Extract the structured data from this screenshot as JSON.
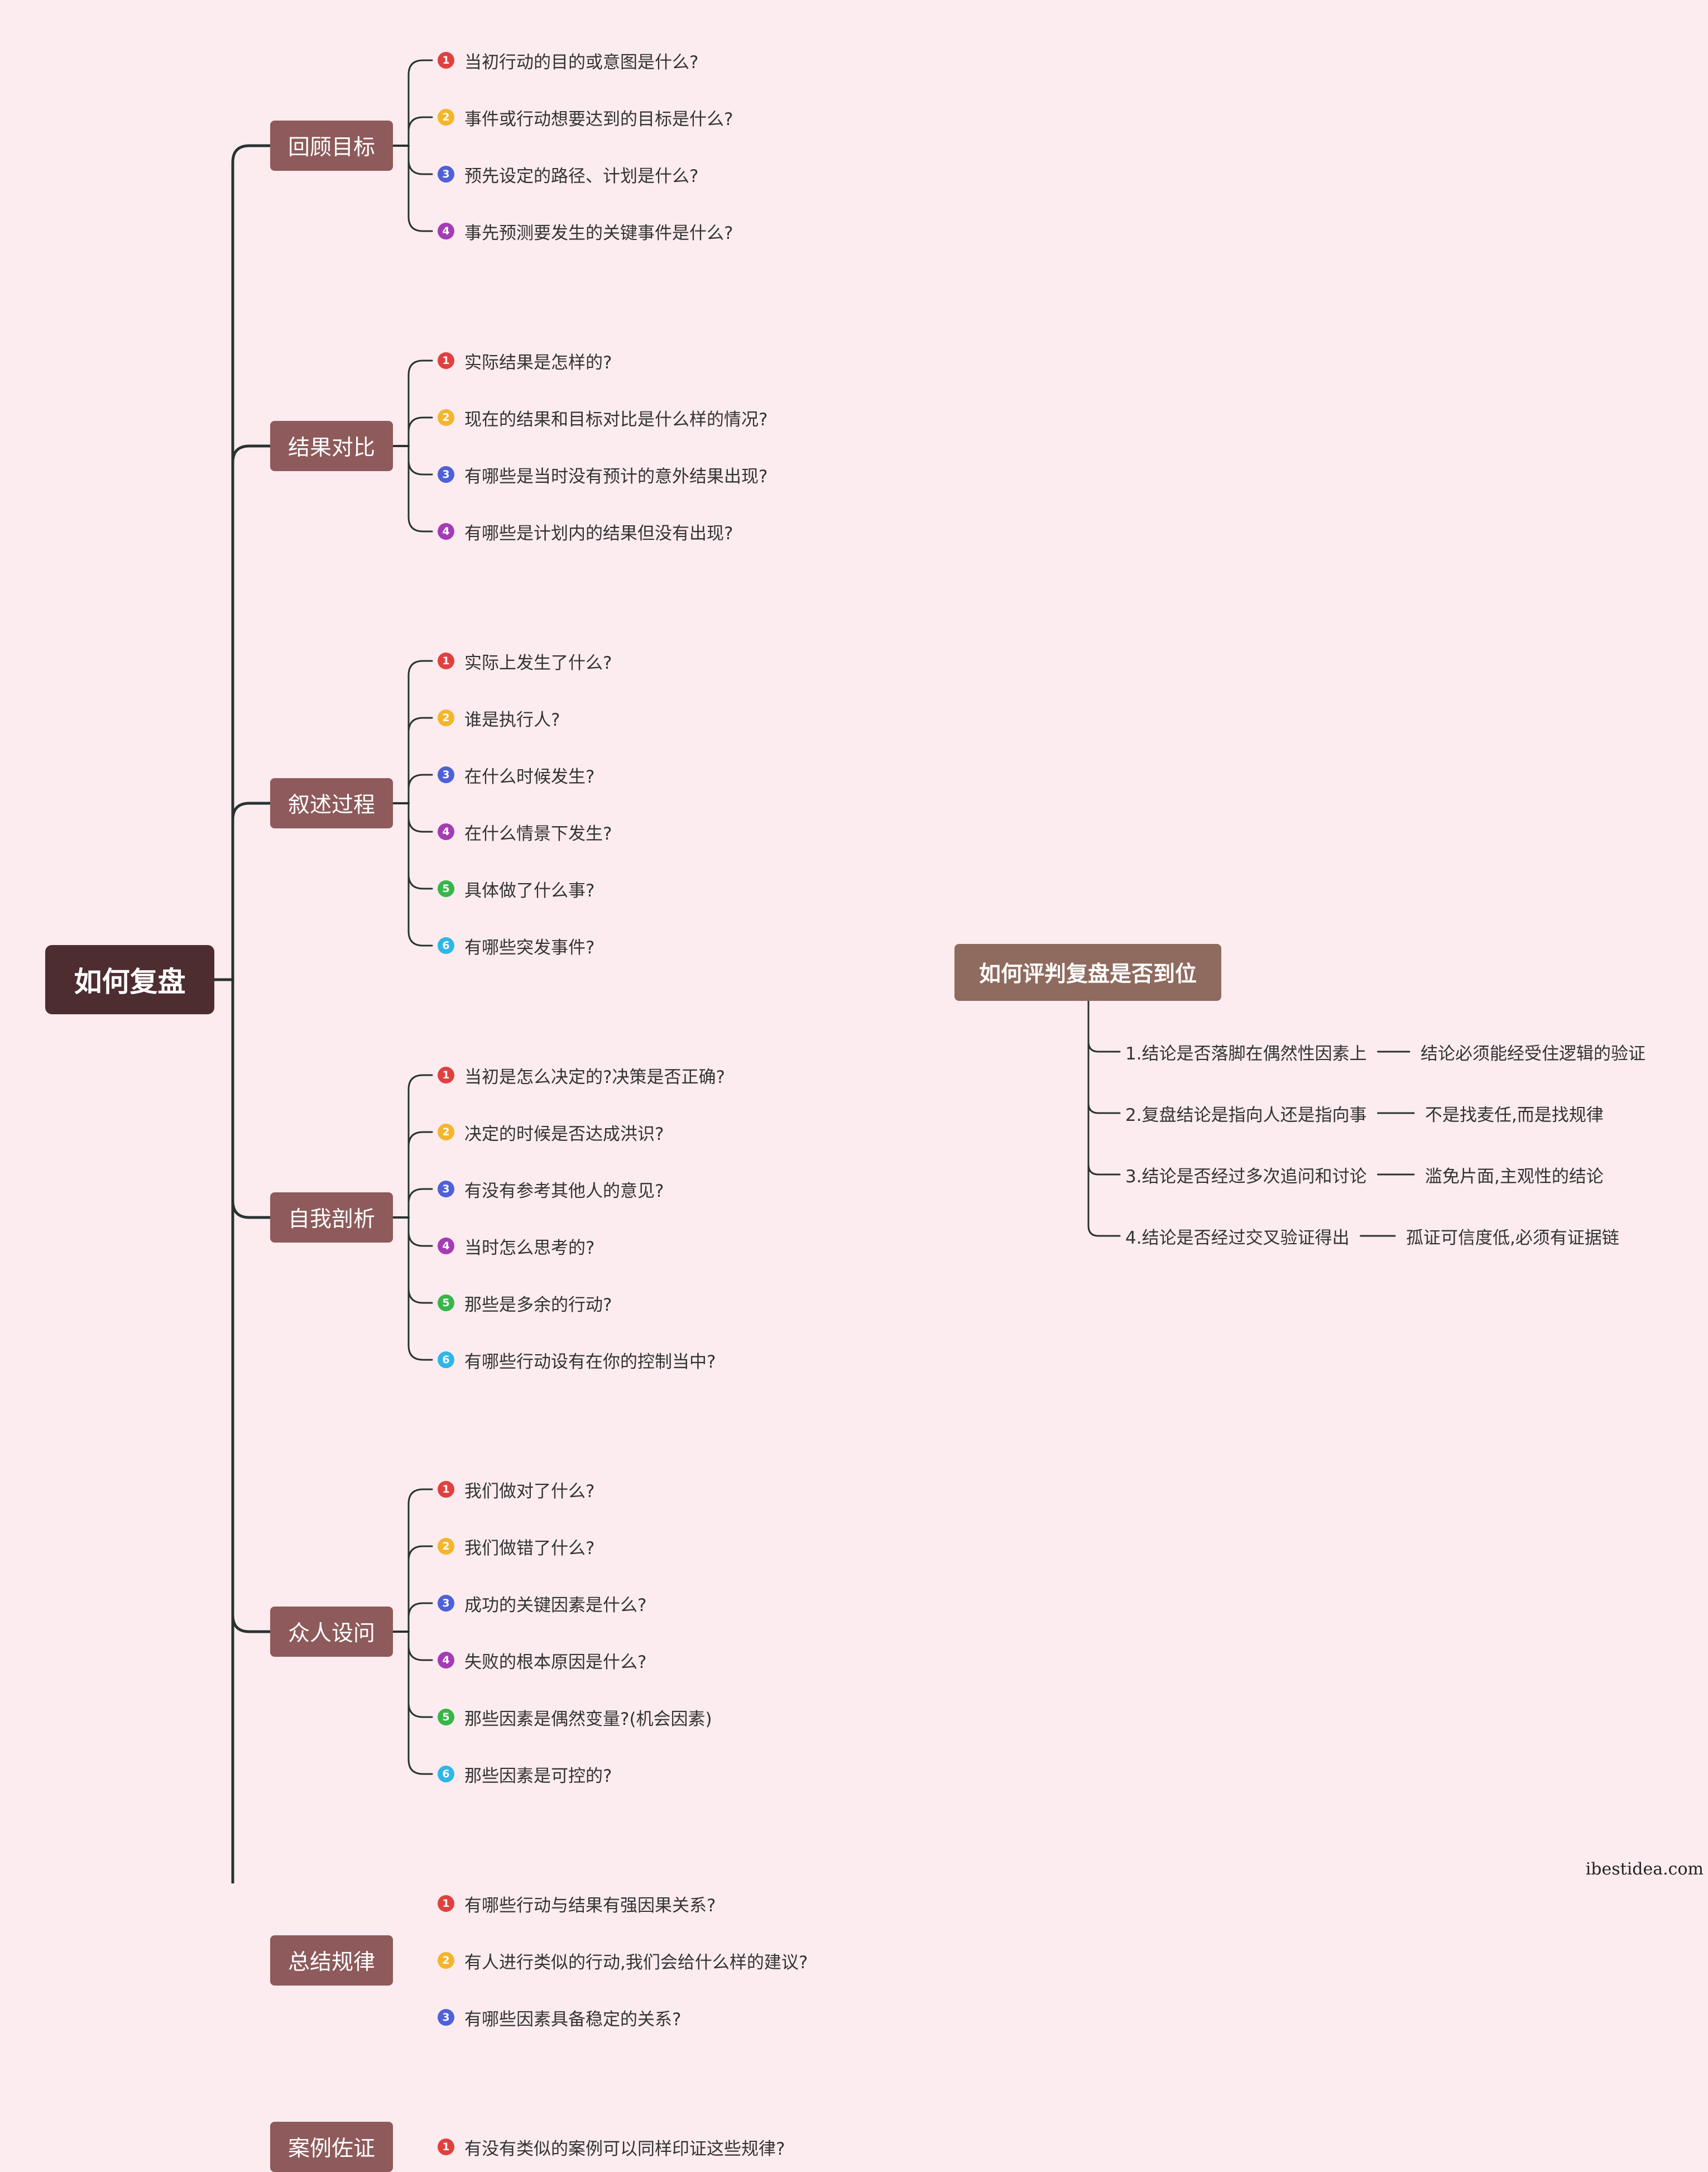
{
  "colors": {
    "background": "#fcecef",
    "root": "#4d2d30",
    "branch": "#8e5a5b",
    "root2": "#8f6a5f",
    "line": "#283330",
    "badges": [
      "#e0413f",
      "#f3b52c",
      "#4f61d8",
      "#a43cb5",
      "#37b649",
      "#2fb6e8"
    ]
  },
  "main": {
    "title": "如何复盘",
    "branches": [
      {
        "label": "回顾目标",
        "items": [
          "当初行动的目的或意图是什么?",
          "事件或行动想要达到的目标是什么?",
          "预先设定的路径、计划是什么?",
          "事先预测要发生的关键事件是什么?"
        ]
      },
      {
        "label": "结果对比",
        "items": [
          "实际结果是怎样的?",
          "现在的结果和目标对比是什么样的情况?",
          "有哪些是当时没有预计的意外结果出现?",
          "有哪些是计划内的结果但没有出现?"
        ]
      },
      {
        "label": "叙述过程",
        "items": [
          "实际上发生了什么?",
          "谁是执行人?",
          "在什么时候发生?",
          "在什么情景下发生?",
          "具体做了什么事?",
          "有哪些突发事件?"
        ]
      },
      {
        "label": "自我剖析",
        "items": [
          "当初是怎么决定的?决策是否正确?",
          "决定的时候是否达成洪识?",
          "有没有参考其他人的意见?",
          "当时怎么思考的?",
          "那些是多余的行动?",
          "有哪些行动设有在你的控制当中?"
        ]
      },
      {
        "label": "众人设问",
        "items": [
          "我们做对了什么?",
          "我们做错了什么?",
          "成功的关键因素是什么?",
          "失败的根本原因是什么?",
          "那些因素是偶然变量?(机会因素)",
          "那些因素是可控的?"
        ]
      },
      {
        "label": "总结规律",
        "items": [
          "有哪些行动与结果有强因果关系?",
          "有人进行类似的行动,我们会给什么样的建议?",
          "有哪些因素具备稳定的关系?"
        ]
      },
      {
        "label": "案例佐证",
        "items": [
          "有没有类似的案例可以同样印证这些规律?"
        ]
      }
    ]
  },
  "evaluation": {
    "title": "如何评判复盘是否到位",
    "criteria": [
      {
        "label": "1.结论是否落脚在偶然性因素上",
        "note": "结论必须能经受住逻辑的验证"
      },
      {
        "label": "2.复盘结论是指向人还是指向事",
        "note": "不是找麦任,而是找规律"
      },
      {
        "label": "3.结论是否经过多次追问和讨论",
        "note": "滥免片面,主观性的结论"
      },
      {
        "label": "4.结论是否经过交叉验证得出",
        "note": "孤证可信度低,必须有证据链"
      }
    ]
  },
  "footer": {
    "watermark": "ibestidea.com"
  }
}
